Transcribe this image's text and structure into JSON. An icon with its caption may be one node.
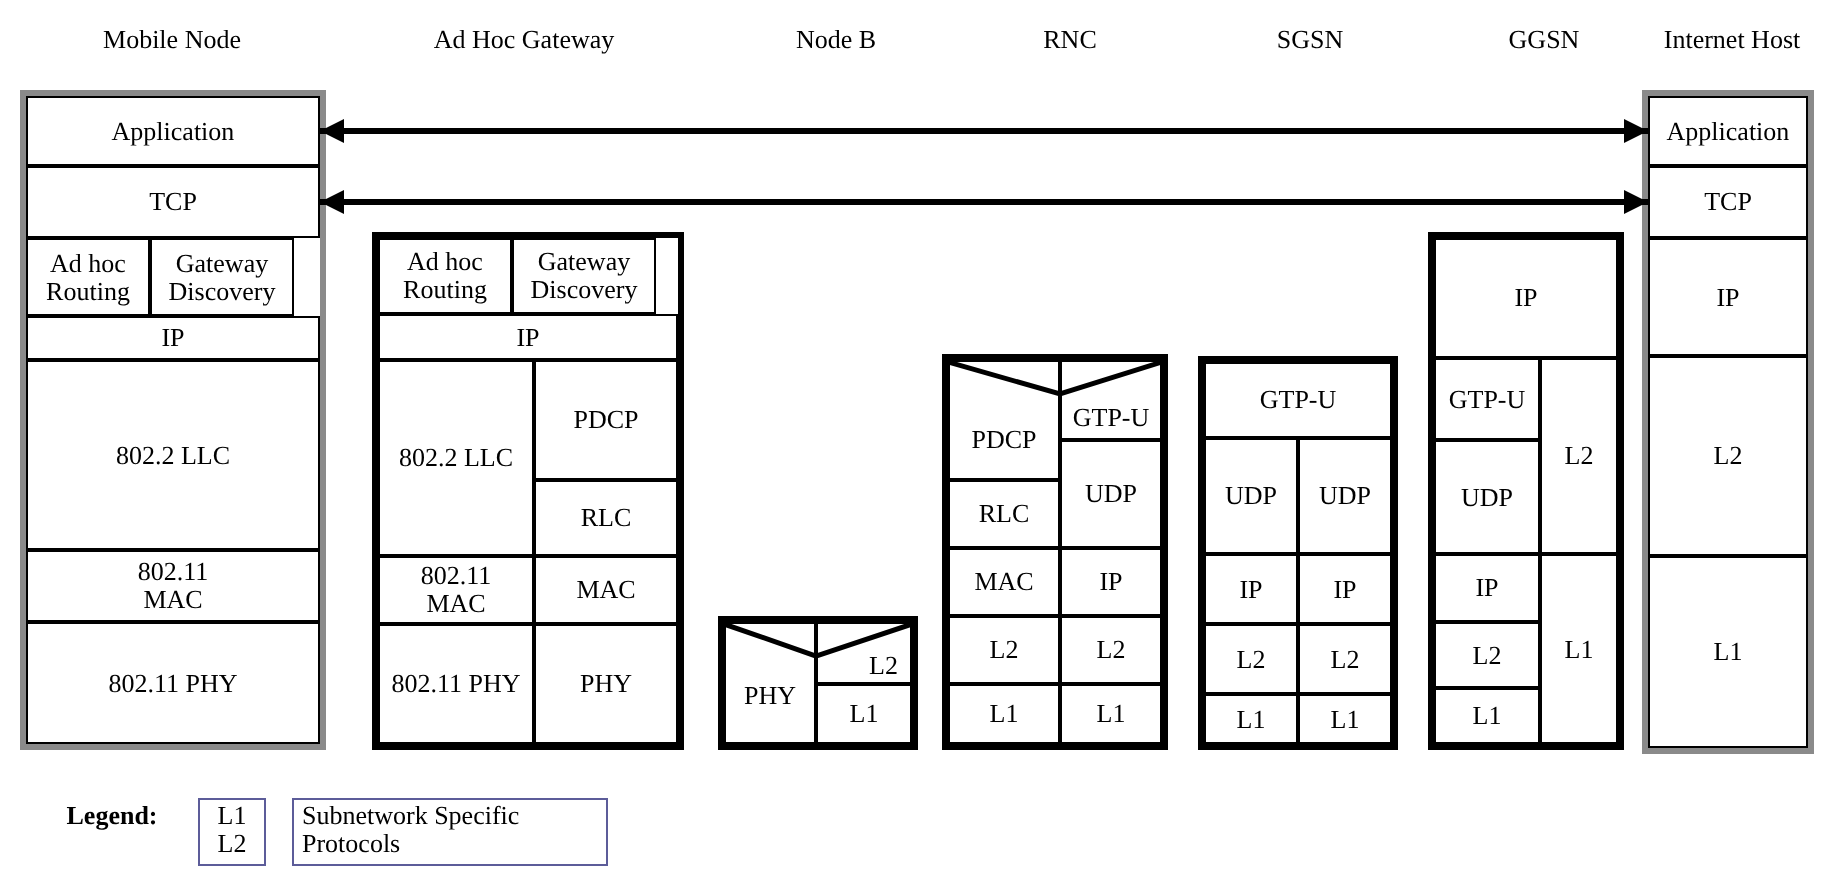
{
  "diagram": {
    "nodes": [
      {
        "text": [],
        "shape": "box"
      },
      {
        "text": [
          "Application"
        ],
        "in": 0
      },
      {
        "text": [
          "TCP"
        ],
        "in": 0
      },
      {
        "text": [
          "Ad hoc Routing"
        ],
        "in": 0
      },
      {
        "text": [
          "Gateway Discovery"
        ],
        "in": 0
      },
      {
        "text": [
          "IP"
        ],
        "in": 0
      },
      {
        "text": [
          "802.2 LLC"
        ],
        "in": 0
      },
      {
        "text": [
          "802.11 MAC"
        ],
        "in": 0
      },
      {
        "text": [
          "802.11 PHY"
        ],
        "in": 0
      },
      {
        "text": [],
        "shape": "box"
      },
      {
        "text": [
          "Ad hoc Routing"
        ],
        "in": 9
      },
      {
        "text": [
          "Gateway Discovery"
        ],
        "in": 9
      },
      {
        "text": [
          "IP"
        ],
        "in": 9
      },
      {
        "text": [
          "802.2 LLC"
        ],
        "in": 9
      },
      {
        "text": [
          "PDCP"
        ],
        "in": 9
      },
      {
        "text": [
          "RLC"
        ],
        "in": 9
      },
      {
        "text": [
          "802.11 MAC"
        ],
        "in": 9
      },
      {
        "text": [
          "MAC"
        ],
        "in": 9
      },
      {
        "text": [
          "802.11 PHY"
        ],
        "in": 9
      },
      {
        "text": [
          "PHY"
        ],
        "in": 9
      },
      {
        "text": [],
        "shape": "box"
      },
      {
        "text": [
          "PHY"
        ],
        "in": 20
      },
      {
        "text": [
          "L2"
        ],
        "in": 20
      },
      {
        "text": [
          "L1"
        ],
        "in": 20
      },
      {
        "text": [],
        "shape": "box"
      },
      {
        "text": [
          "PDCP"
        ],
        "in": 24
      },
      {
        "text": [
          "GTP-U"
        ],
        "in": 24
      },
      {
        "text": [
          "UDP"
        ],
        "in": 24
      },
      {
        "text": [
          "RLC"
        ],
        "in": 24
      },
      {
        "text": [
          "MAC"
        ],
        "in": 24
      },
      {
        "text": [
          "IP"
        ],
        "in": 24
      },
      {
        "text": [
          "L2"
        ],
        "in": 24
      },
      {
        "text": [
          "L2"
        ],
        "in": 24
      },
      {
        "text": [
          "L1"
        ],
        "in": 24
      },
      {
        "text": [
          "L1"
        ],
        "in": 24
      },
      {
        "text": [],
        "shape": "box"
      },
      {
        "text": [
          "GTP-U"
        ],
        "in": 35
      },
      {
        "text": [
          "UDP"
        ],
        "in": 35
      },
      {
        "text": [
          "UDP"
        ],
        "in": 35
      },
      {
        "text": [
          "IP"
        ],
        "in": 35
      },
      {
        "text": [
          "IP"
        ],
        "in": 35
      },
      {
        "text": [
          "L2"
        ],
        "in": 35
      },
      {
        "text": [
          "L2"
        ],
        "in": 35
      },
      {
        "text": [
          "L1"
        ],
        "in": 35
      },
      {
        "text": [
          "L1"
        ],
        "in": 35
      },
      {
        "text": [],
        "shape": "box"
      },
      {
        "text": [
          "IP"
        ],
        "in": 45
      },
      {
        "text": [
          "GTP-U"
        ],
        "in": 45
      },
      {
        "text": [
          "L2"
        ],
        "in": 45
      },
      {
        "text": [
          "UDP"
        ],
        "in": 45
      },
      {
        "text": [
          "IP"
        ],
        "in": 45
      },
      {
        "text": [
          "L1"
        ],
        "in": 45
      },
      {
        "text": [
          "L2"
        ],
        "in": 45
      },
      {
        "text": [
          "L1"
        ],
        "in": 45
      },
      {
        "text": [],
        "shape": "box"
      },
      {
        "text": [
          "Application"
        ],
        "in": 54
      },
      {
        "text": [
          "TCP"
        ],
        "in": 54
      },
      {
        "text": [
          "IP"
        ],
        "in": 54
      },
      {
        "text": [
          "L2"
        ],
        "in": 54
      },
      {
        "text": [
          "L1"
        ],
        "in": 54
      },
      {
        "text": [
          "L1 L2"
        ]
      },
      {
        "text": [
          "Subnetwork Specific Protocols"
        ]
      }
    ],
    "edges": [
      {
        "from": 1,
        "to": 55,
        "arrow": "both"
      },
      {
        "from": 2,
        "to": 56,
        "arrow": "both"
      }
    ],
    "labels": [
      "Mobile Node",
      "Ad Hoc Gateway",
      "Node B",
      "RNC",
      "SGSN",
      "GGSN",
      "Internet Host",
      "Legend:"
    ]
  }
}
